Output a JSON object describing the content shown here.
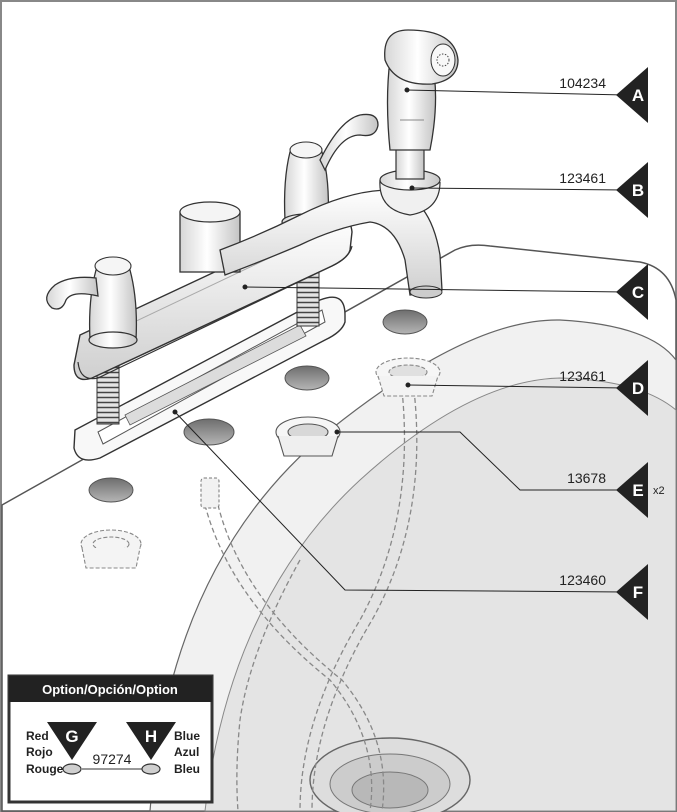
{
  "callouts": [
    {
      "letter": "A",
      "part": "104234",
      "qty": ""
    },
    {
      "letter": "B",
      "part": "123461",
      "qty": ""
    },
    {
      "letter": "C",
      "part": "",
      "qty": ""
    },
    {
      "letter": "D",
      "part": "123461",
      "qty": ""
    },
    {
      "letter": "E",
      "part": "13678",
      "qty": "x2"
    },
    {
      "letter": "F",
      "part": "123460",
      "qty": ""
    }
  ],
  "option_box": {
    "title": "Option/Opción/Option",
    "left": {
      "letter": "G",
      "names": [
        "Red",
        "Rojo",
        "Rouge"
      ]
    },
    "right": {
      "letter": "H",
      "names": [
        "Blue",
        "Azul",
        "Bleu"
      ]
    },
    "part": "97274"
  },
  "colors": {
    "callout_fill": "#222222",
    "metal_light": "#efefef",
    "metal_mid": "#cfcfcf",
    "line": "#333333",
    "hole": "#9a9a9a",
    "sink_shade": "#e6e6e6"
  }
}
